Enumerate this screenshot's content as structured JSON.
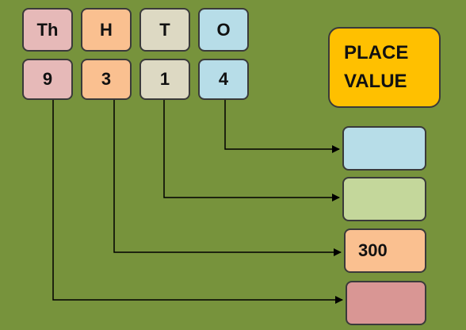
{
  "headers": [
    "Th",
    "H",
    "T",
    "O"
  ],
  "digits": [
    "9",
    "3",
    "1",
    "4"
  ],
  "title_box": {
    "line1": "PLACE",
    "line2": "VALUE"
  },
  "answers": [
    "",
    "",
    "300",
    ""
  ],
  "colors": {
    "background": "#77933c",
    "thousands": "#e6b9b8",
    "hundreds": "#fac090",
    "tens": "#ddd9c3",
    "ones": "#b7dde8",
    "title_box": "#ffc000",
    "answer_ones": "#b7dde8",
    "answer_tens": "#c4d79b",
    "answer_hundreds": "#fac090",
    "answer_thousands": "#d99694"
  }
}
